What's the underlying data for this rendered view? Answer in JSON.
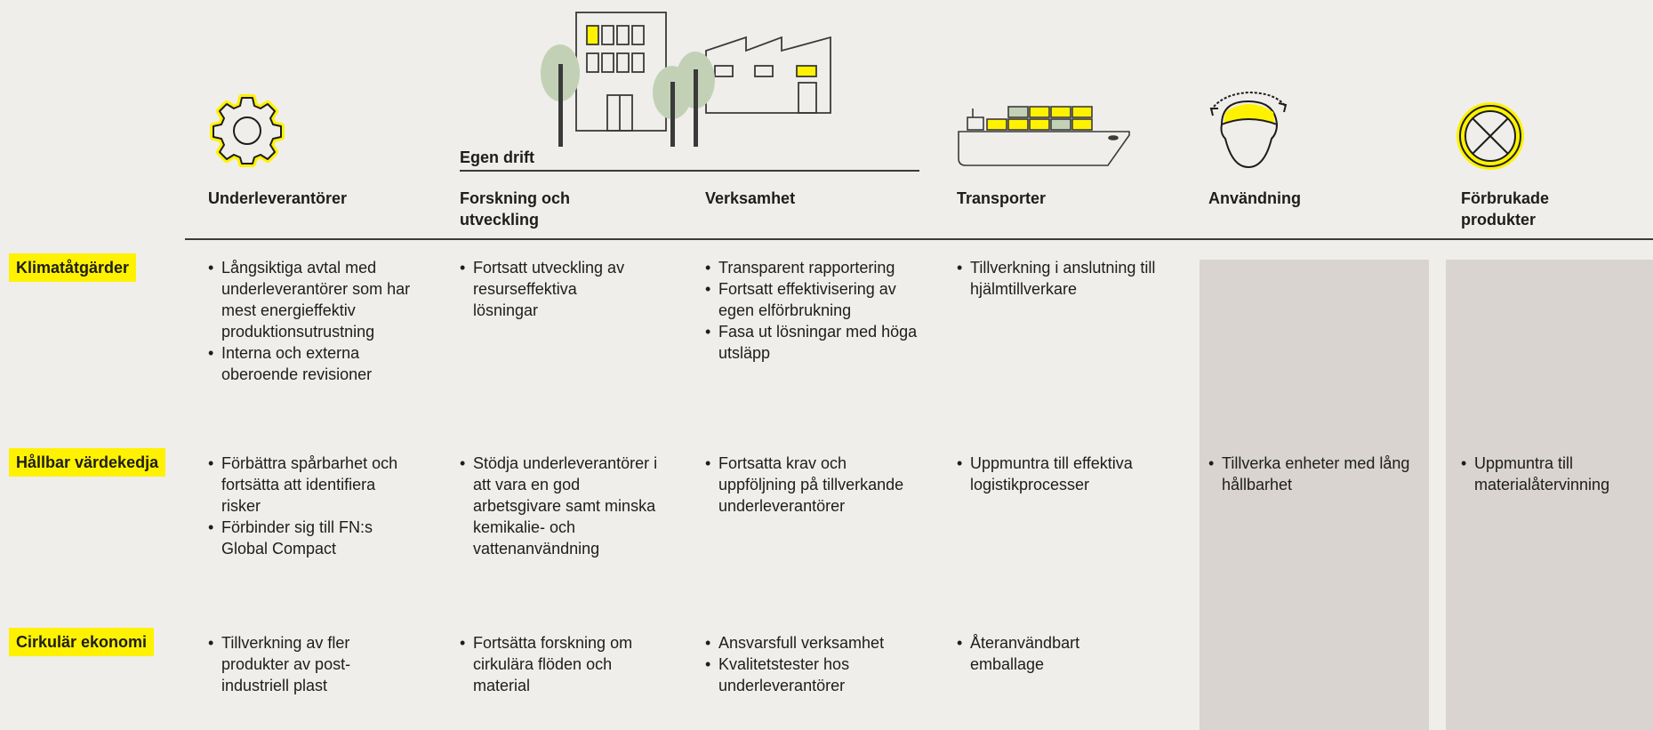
{
  "section_label": "Egen drift",
  "columns": [
    {
      "id": "underleverantorer",
      "label": "Underleverantörer"
    },
    {
      "id": "forskning",
      "label": "Forskning och utveckling"
    },
    {
      "id": "verksamhet",
      "label": "Verksamhet"
    },
    {
      "id": "transporter",
      "label": "Transporter"
    },
    {
      "id": "anvandning",
      "label": "Användning"
    },
    {
      "id": "forbrukade",
      "label": "Förbrukade produkter"
    }
  ],
  "rows": [
    {
      "label": "Klimatåtgärder"
    },
    {
      "label": "Hållbar värdekedja"
    },
    {
      "label": "Cirkulär ekonomi"
    }
  ],
  "cells": {
    "r0": {
      "c0": [
        "Långsiktiga avtal med underleverantörer som har mest energieffektiv produktionsutrustning",
        "Interna och externa oberoende revisioner"
      ],
      "c1": [
        "Fortsatt utveckling av resurseffektiva lösningar"
      ],
      "c2": [
        "Transparent rapportering",
        "Fortsatt effektivisering av egen elförbrukning",
        "Fasa ut lösningar med höga utsläpp"
      ],
      "c3": [
        "Tillverkning i anslutning till hjälmtillverkare"
      ]
    },
    "r1": {
      "c0": [
        "Förbättra spårbarhet och fortsätta att identifiera risker",
        "Förbinder sig till FN:s Global Compact"
      ],
      "c1": [
        "Stödja underleverantörer i att vara en god arbetsgivare samt minska kemikalie- och vattenanvändning"
      ],
      "c2": [
        "Fortsatta krav och uppföljning på tillverkande underleverantörer"
      ],
      "c3": [
        "Uppmuntra till effektiva logistikprocesser"
      ],
      "c4": [
        "Tillverka enheter med lång hållbarhet"
      ],
      "c5": [
        "Uppmuntra till materialåtervinning"
      ]
    },
    "r2": {
      "c0": [
        "Tillverkning av fler produkter av post-industriell plast"
      ],
      "c1": [
        "Fortsätta forskning om cirkulära flöden och material"
      ],
      "c2": [
        "Ansvarsfull verksamhet",
        "Kvalitetstester hos underleverantörer"
      ],
      "c3": [
        "Återanvändbart emballage"
      ]
    }
  },
  "colors": {
    "accent": "#fff200",
    "background": "#efeeeb",
    "shade": "#d9d4cf",
    "tree": "#c2d1b6"
  },
  "icons": [
    "gear-icon",
    "buildings-icon",
    "ship-icon",
    "helmet-icon",
    "recycle-icon"
  ]
}
